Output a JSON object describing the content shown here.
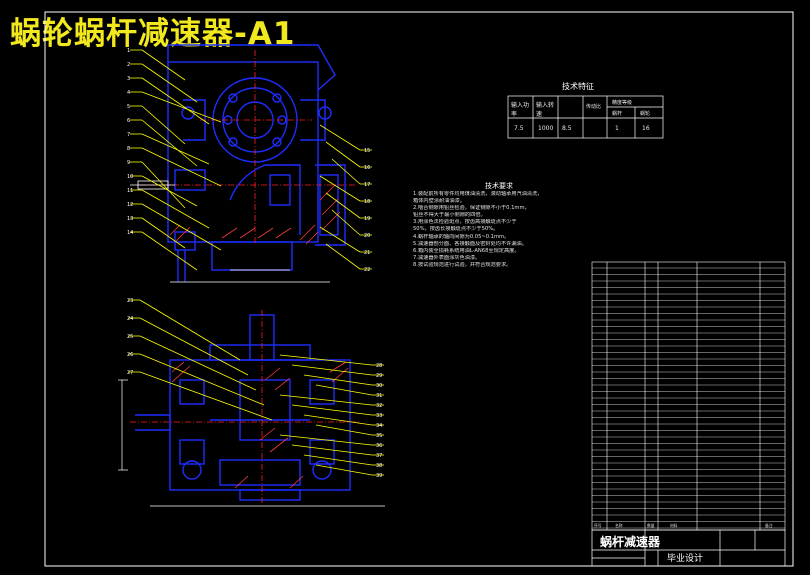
{
  "title": "蜗轮蜗杆减速器-A1",
  "colors": {
    "background": "#000000",
    "title": "#f2e81e",
    "part_outline": "#1e2dff",
    "leader": "#ffff00",
    "center_line": "#ff2020",
    "hatch": "#ff3c3c",
    "frame": "#ffffff"
  },
  "tech_spec": {
    "heading": "技术特征",
    "headers": [
      "输入功率",
      "输入转速",
      "传动比",
      "精度等级",
      "蜗杆",
      "蜗轮"
    ],
    "values": [
      "7.5",
      "1000",
      "8.5",
      "",
      "1",
      "16"
    ]
  },
  "tech_requirements": {
    "heading": "技术要求",
    "items": [
      "1.装配前所有零件均用煤油清洗，滚动轴承用汽油清洗，",
      "   箱体内壁涂耐油油漆。",
      "2.啮合侧隙用铅丝检验，保证侧隙不小于0.1mm，",
      "   铅丝不得大于最小侧隙的四倍。",
      "3.用涂色法检验斑点，按齿高接触斑点不少于",
      "   50%，按齿长接触斑点不少于50%。",
      "4.蜗杆轴承的轴向间隙为0.05~0.1mm。",
      "5.减速器剖分面、各接触面及密封处均不许漏油。",
      "6.箱内装全损耗系统用油L-AN68至规定高度。",
      "7.减速器外表面涂灰色油漆。",
      "8.按试验规范进行试验，并符合规范要求。"
    ]
  },
  "title_block": {
    "drawing_name": "蜗杆减速器",
    "label": "毕业设计",
    "header": [
      "序号",
      "名称",
      "数量",
      "材料",
      "备注"
    ]
  },
  "callouts_left": [
    "1",
    "2",
    "3",
    "4",
    "5",
    "6",
    "7",
    "8",
    "9",
    "10",
    "11",
    "12",
    "13",
    "14"
  ],
  "callouts_right": [
    "15",
    "16",
    "17",
    "18",
    "19",
    "20",
    "21",
    "22"
  ],
  "callouts_lower_left": [
    "23",
    "24",
    "25",
    "26",
    "27"
  ],
  "callouts_lower_right": [
    "28",
    "29",
    "30",
    "31",
    "32",
    "33",
    "34",
    "35",
    "36",
    "37",
    "38",
    "39"
  ]
}
